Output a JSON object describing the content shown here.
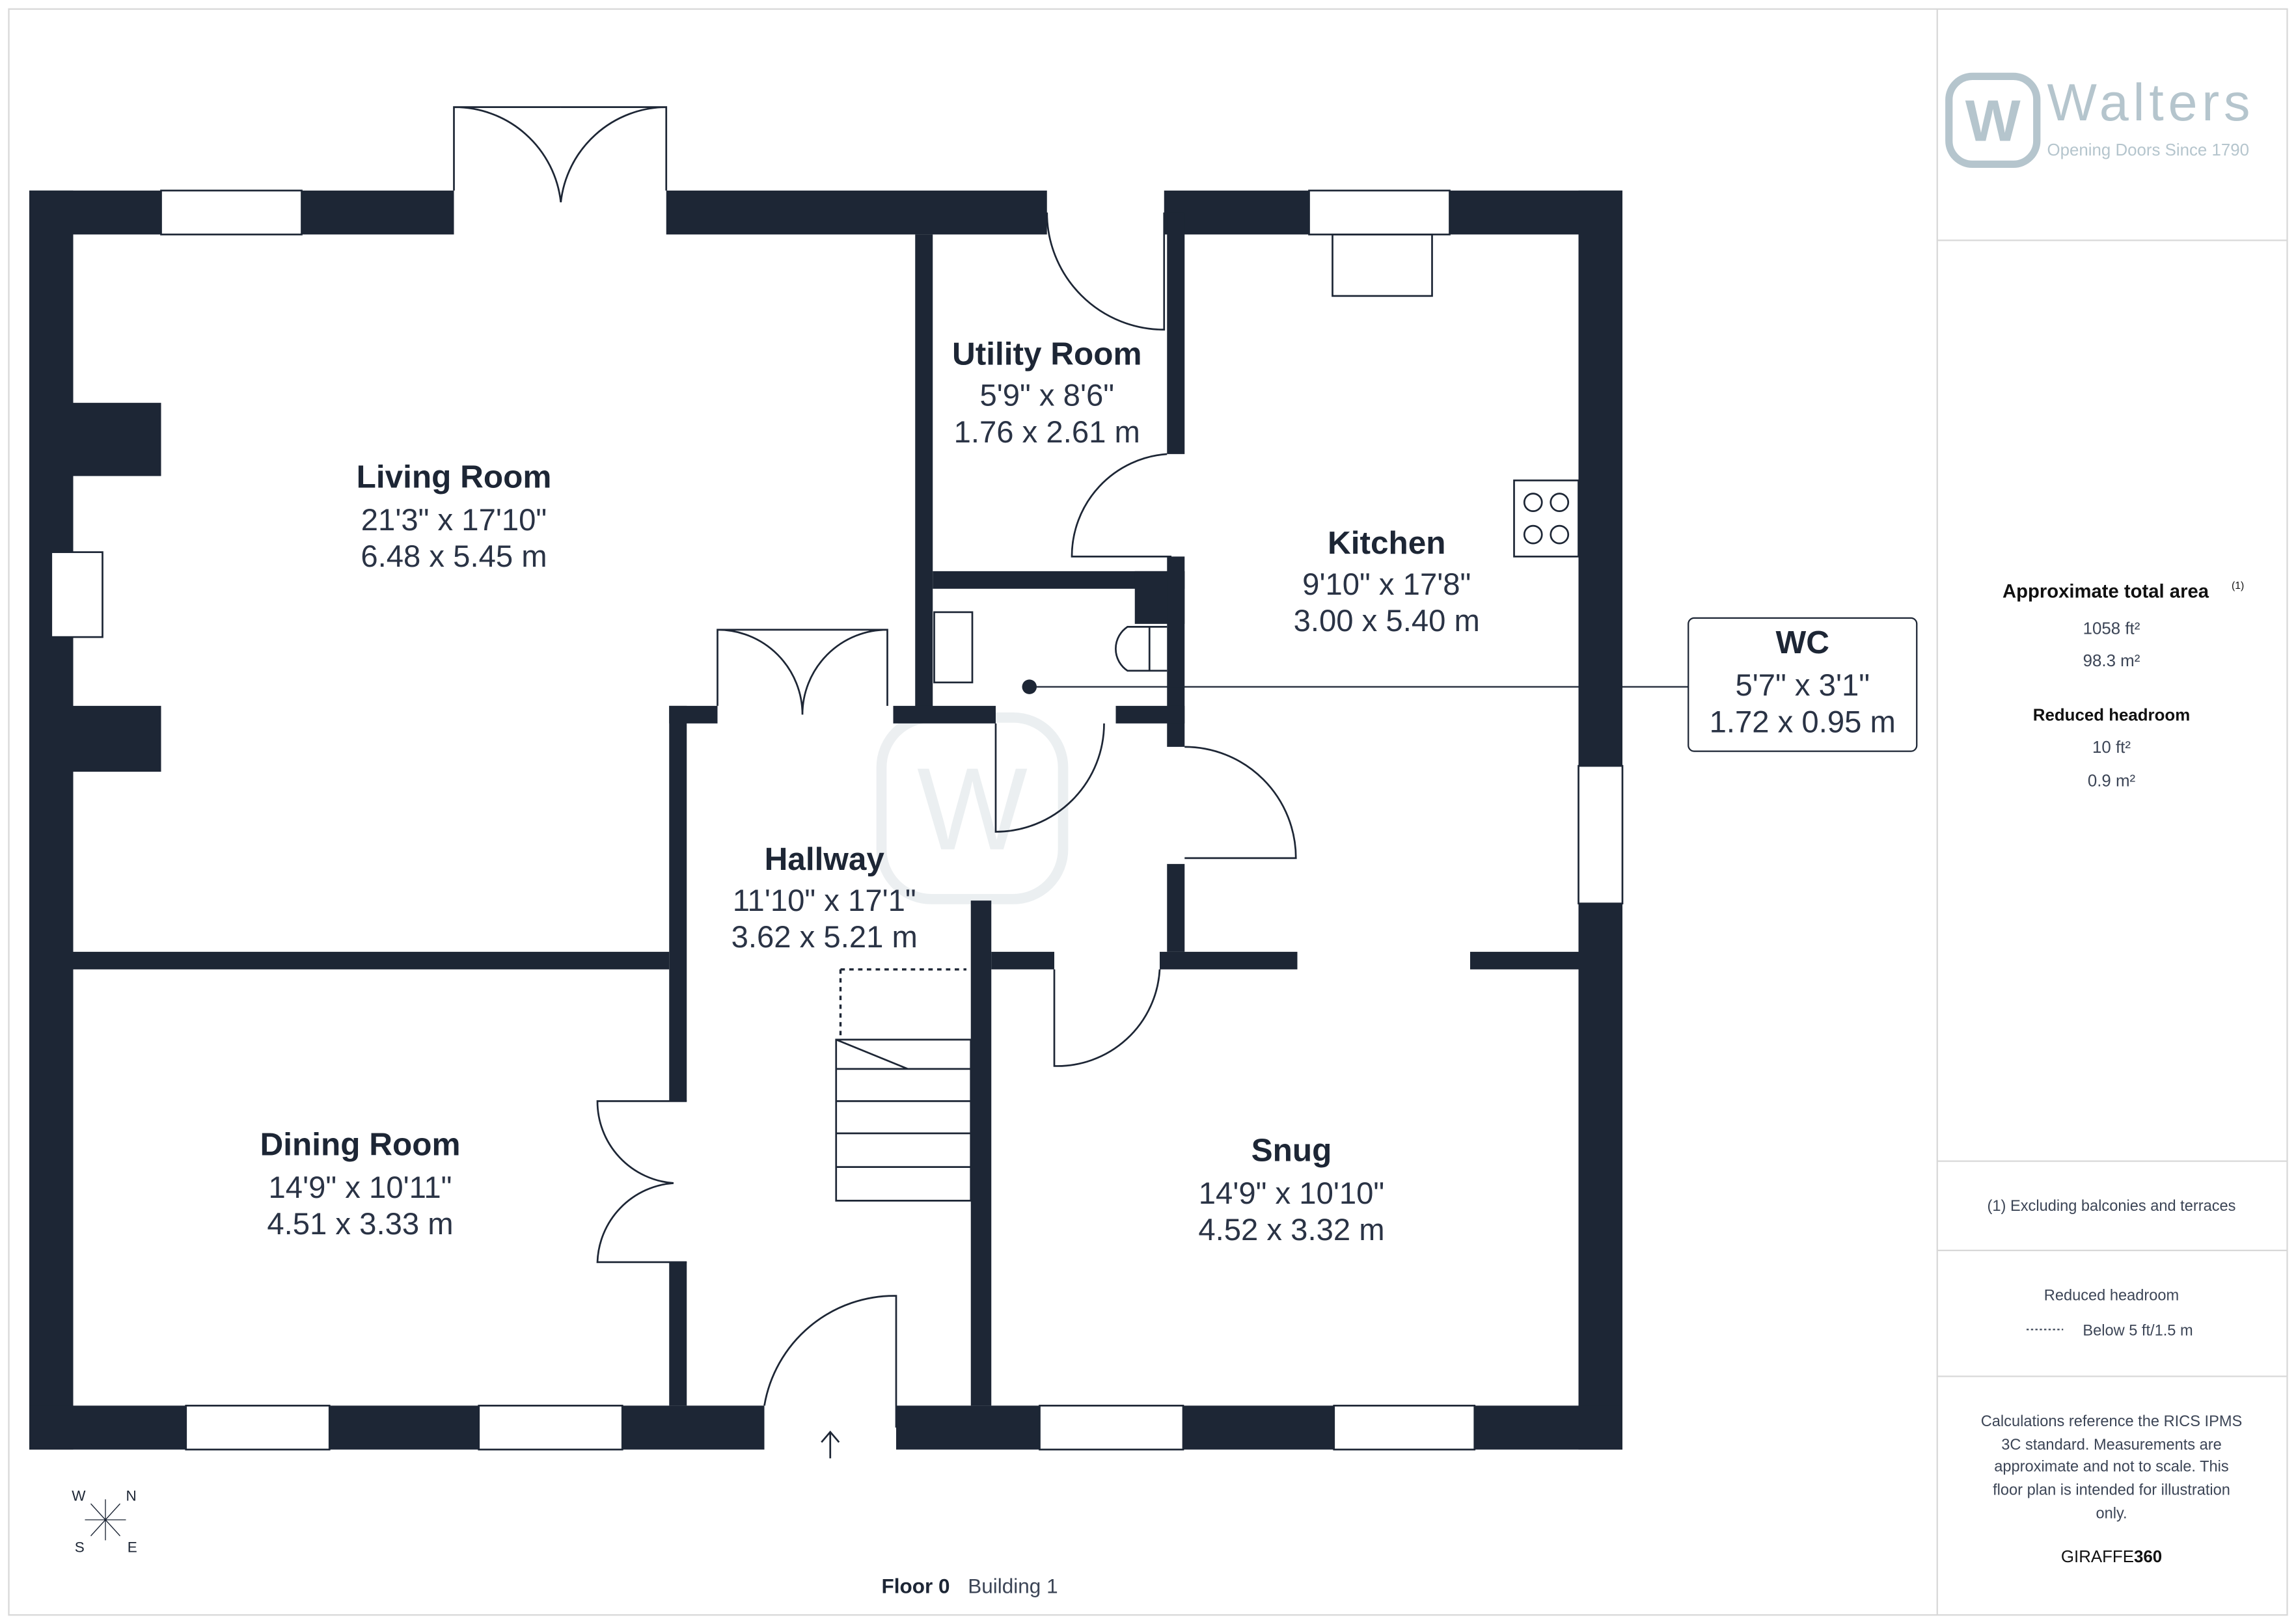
{
  "brand": {
    "name": "Walters",
    "tagline": "Opening Doors Since 1790",
    "logo_letter": "W",
    "color": "#b5c5cd"
  },
  "rooms": [
    {
      "name": "Living Room",
      "imperial": "21'3\" x 17'10\"",
      "metric": "6.48 x 5.45 m"
    },
    {
      "name": "Utility Room",
      "imperial": "5'9\" x 8'6\"",
      "metric": "1.76 x 2.61 m"
    },
    {
      "name": "Kitchen",
      "imperial": "9'10\" x 17'8\"",
      "metric": "3.00 x 5.40 m"
    },
    {
      "name": "WC",
      "imperial": "5'7\" x 3'1\"",
      "metric": "1.72 x 0.95 m"
    },
    {
      "name": "Hallway",
      "imperial": "11'10\" x 17'1\"",
      "metric": "3.62 x 5.21 m"
    },
    {
      "name": "Dining Room",
      "imperial": "14'9\" x 10'11\"",
      "metric": "4.51 x 3.33 m"
    },
    {
      "name": "Snug",
      "imperial": "14'9\" x 10'10\"",
      "metric": "4.52 x 3.32 m"
    }
  ],
  "compass": {
    "w": "W",
    "n": "N",
    "s": "S",
    "e": "E"
  },
  "footer": {
    "floor": "Floor 0",
    "building": "Building 1"
  },
  "panel": {
    "total_title": "Approximate total area",
    "total_sup": "(1)",
    "total_ft": "1058 ft²",
    "total_m": "98.3 m²",
    "reduced_title": "Reduced headroom",
    "reduced_ft": "10 ft²",
    "reduced_m": "0.9 m²",
    "note": "(1) Excluding balconies and terraces",
    "legend_title": "Reduced headroom",
    "legend_text": "Below 5 ft/1.5 m",
    "disclaimer": [
      "Calculations reference the RICS IPMS",
      "3C standard. Measurements are",
      "approximate and not to scale. This",
      "floor plan is intended for illustration",
      "only."
    ],
    "giraffe_a": "GIRAFFE",
    "giraffe_b": "360"
  }
}
